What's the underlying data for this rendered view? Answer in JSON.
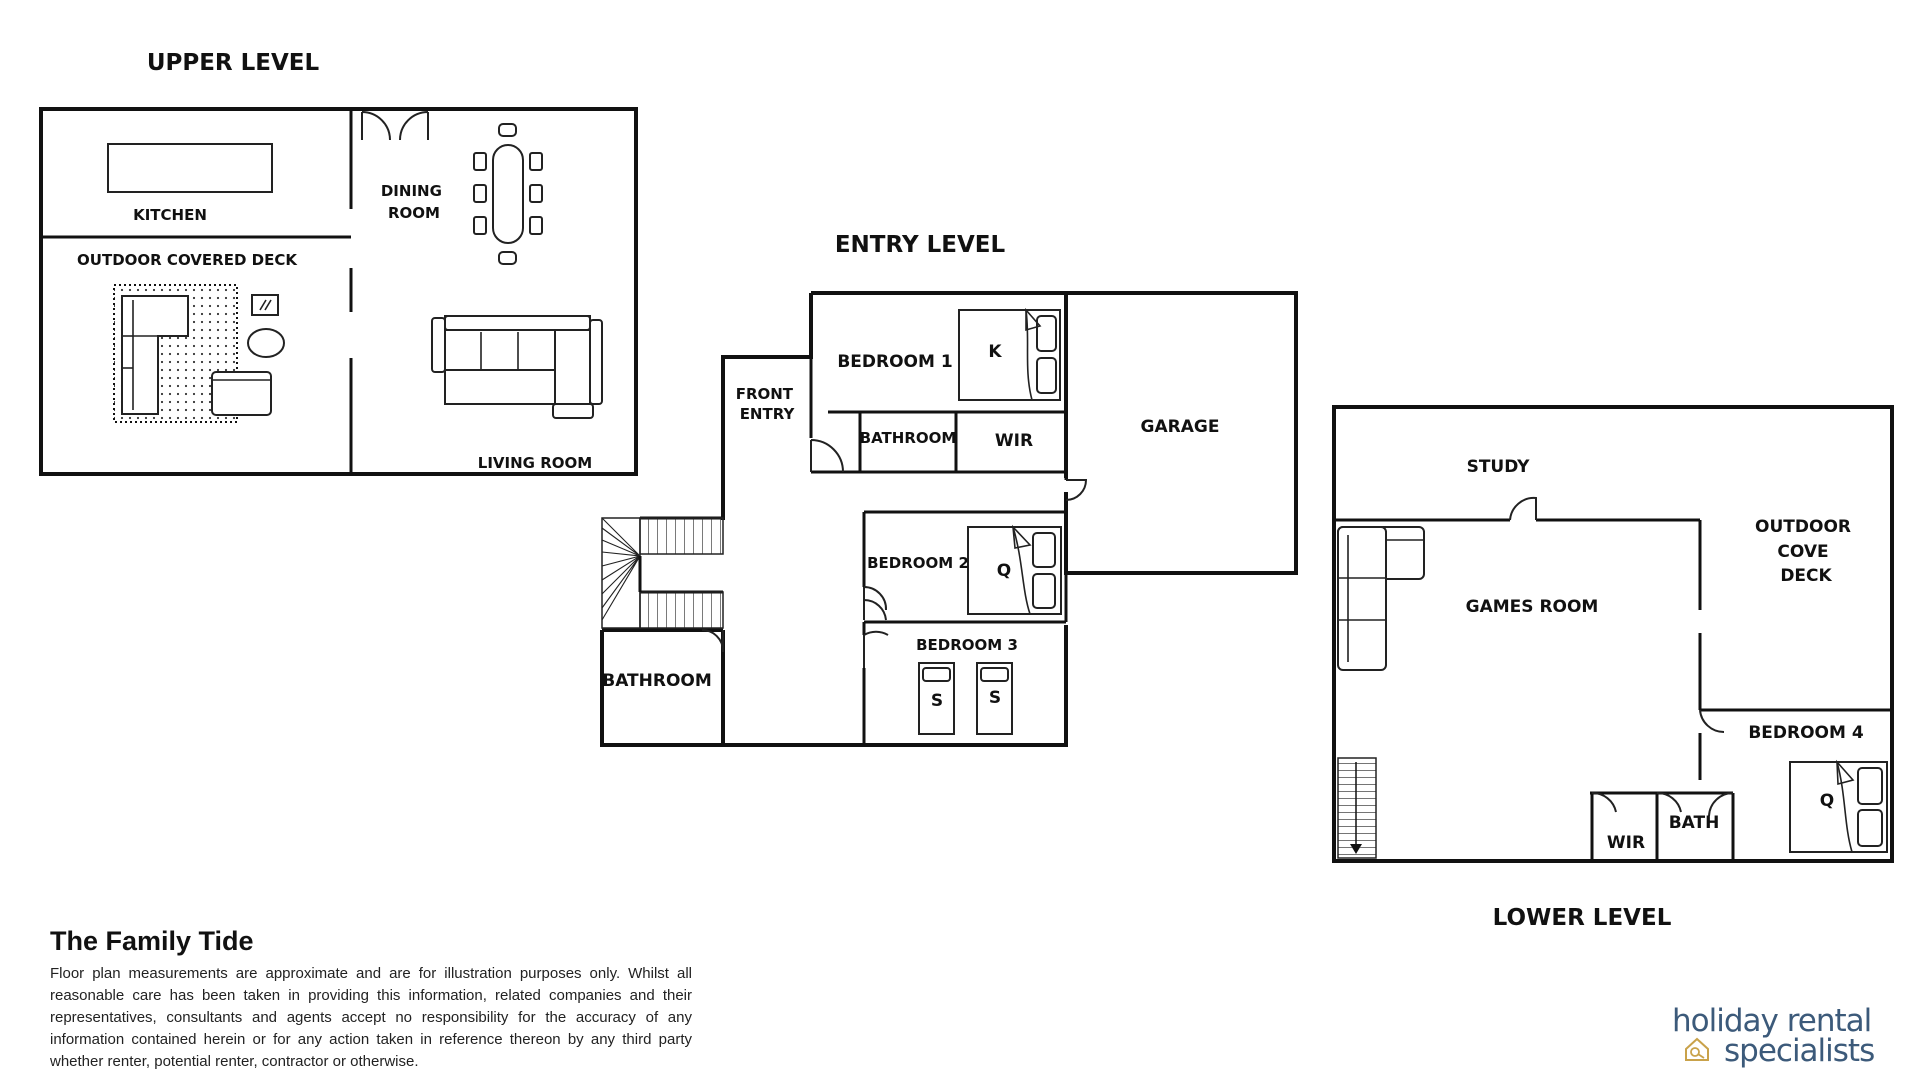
{
  "levels": {
    "upper": {
      "title": "UPPER LEVEL",
      "rooms": {
        "kitchen": "KITCHEN",
        "dining": "DINING ROOM",
        "deck": "OUTDOOR COVERED DECK",
        "living": "LIVING ROOM"
      }
    },
    "entry": {
      "title": "ENTRY LEVEL",
      "rooms": {
        "front_entry": "FRONT ENTRY",
        "bedroom1": "BEDROOM 1",
        "bathroom_ensuite": "BATHROOM",
        "wir": "WIR",
        "garage": "GARAGE",
        "bedroom2": "BEDROOM 2",
        "bedroom3": "BEDROOM 3",
        "bathroom": "BATHROOM"
      },
      "beds": {
        "bedroom1": "K",
        "bedroom2": "Q",
        "bedroom3_a": "S",
        "bedroom3_b": "S"
      }
    },
    "lower": {
      "title": "LOWER LEVEL",
      "rooms": {
        "study": "STUDY",
        "games": "GAMES ROOM",
        "deck": "OUTDOOR COVE DECK",
        "bedroom4": "BEDROOM 4",
        "wir": "WIR",
        "bath": "BATH"
      },
      "beds": {
        "bedroom4": "Q"
      }
    }
  },
  "property": {
    "title": "The Family Tide",
    "disclaimer": "Floor plan measurements are approximate and are for illustration purposes only. Whilst all reasonable care has been taken in providing this information, related companies and their representatives, consultants and agents accept no responsibility for the accuracy of any information contained herein or for any action taken in reference thereon by any third party whether renter, potential renter, contractor or otherwise."
  },
  "logo": {
    "line1": "holiday rental",
    "line2": "specialists"
  },
  "colors": {
    "ink": "#111111",
    "brand": "#3c5a7a",
    "brand_accent": "#c9a24a"
  }
}
